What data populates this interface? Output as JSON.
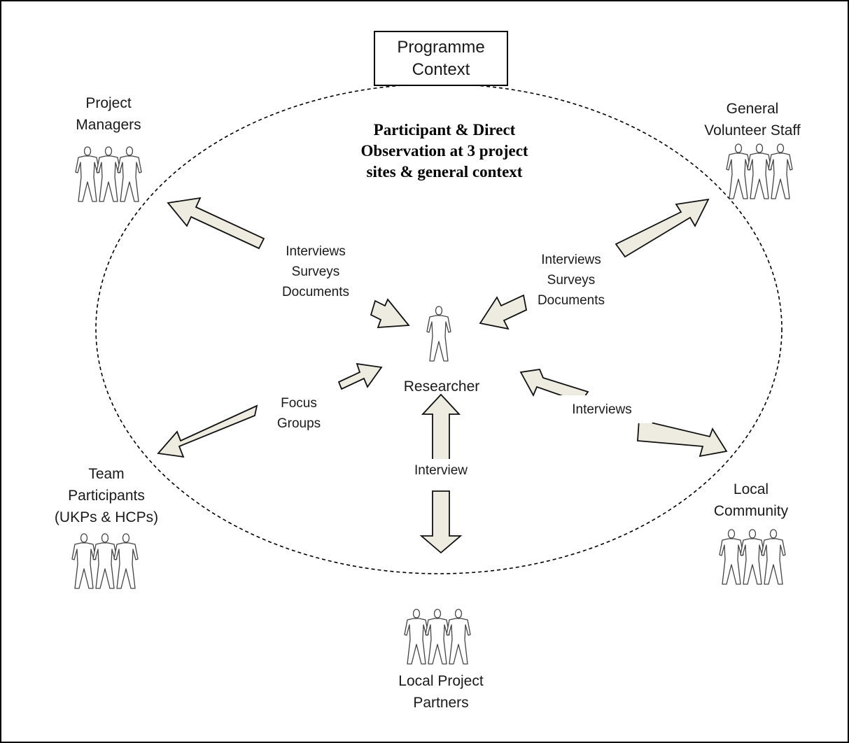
{
  "context_box": {
    "line1": "Programme",
    "line2": "Context"
  },
  "observation": {
    "line1": "Participant & Direct",
    "line2": "Observation at 3 project",
    "line3": "sites & general context"
  },
  "researcher": {
    "label": "Researcher"
  },
  "groups": {
    "project_managers": {
      "line1": "Project",
      "line2": "Managers"
    },
    "general_volunteer_staff": {
      "line1": "General",
      "line2": "Volunteer Staff"
    },
    "team_participants": {
      "line1": "Team",
      "line2": "Participants",
      "line3": "(UKPs & HCPs)"
    },
    "local_community": {
      "line1": "Local",
      "line2": "Community"
    },
    "local_project_partners": {
      "line1": "Local Project",
      "line2": "Partners"
    }
  },
  "methods": {
    "managers": {
      "line1": "Interviews",
      "line2": "Surveys",
      "line3": "Documents"
    },
    "volunteers": {
      "line1": "Interviews",
      "line2": "Surveys",
      "line3": "Documents"
    },
    "participants": {
      "line1": "Focus",
      "line2": "Groups"
    },
    "community": {
      "line1": "Interviews"
    },
    "partners": {
      "line1": "Interview"
    }
  }
}
